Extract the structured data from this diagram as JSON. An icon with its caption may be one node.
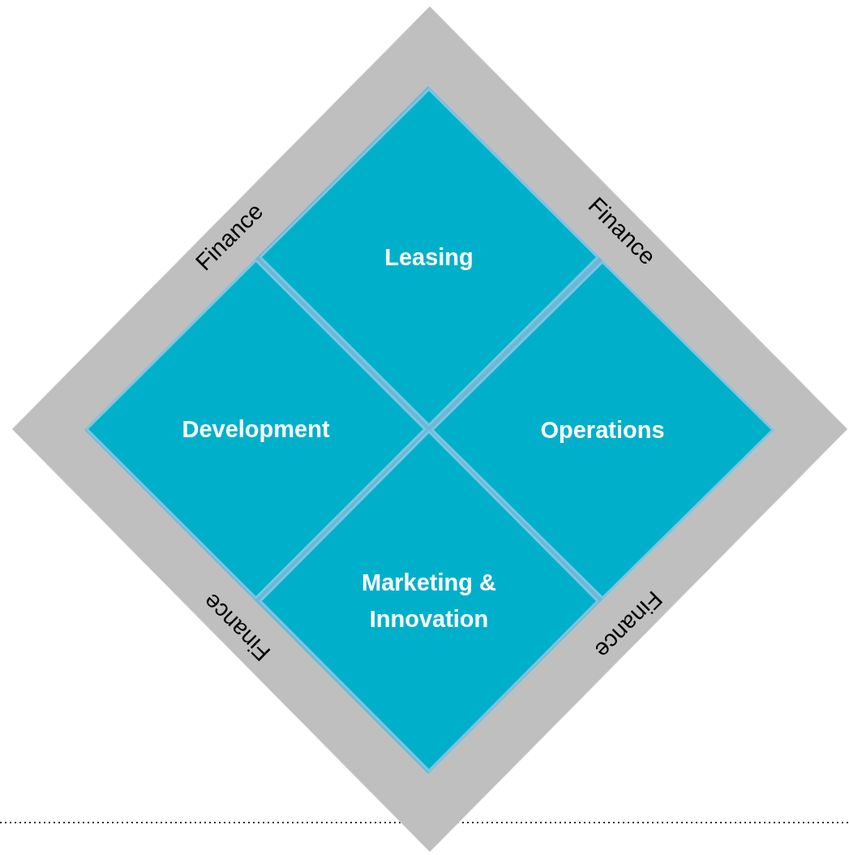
{
  "diagram": {
    "nodes": [
      {
        "text": [
          "Finance",
          "Finance",
          "Finance",
          "Finance"
        ]
      },
      {
        "text": [
          "Leasing"
        ],
        "in": 0
      },
      {
        "text": [
          "Development"
        ],
        "in": 0
      },
      {
        "text": [
          "Operations"
        ],
        "in": 0
      },
      {
        "text": [
          "Marketing & Innovation"
        ],
        "in": 0
      }
    ]
  }
}
